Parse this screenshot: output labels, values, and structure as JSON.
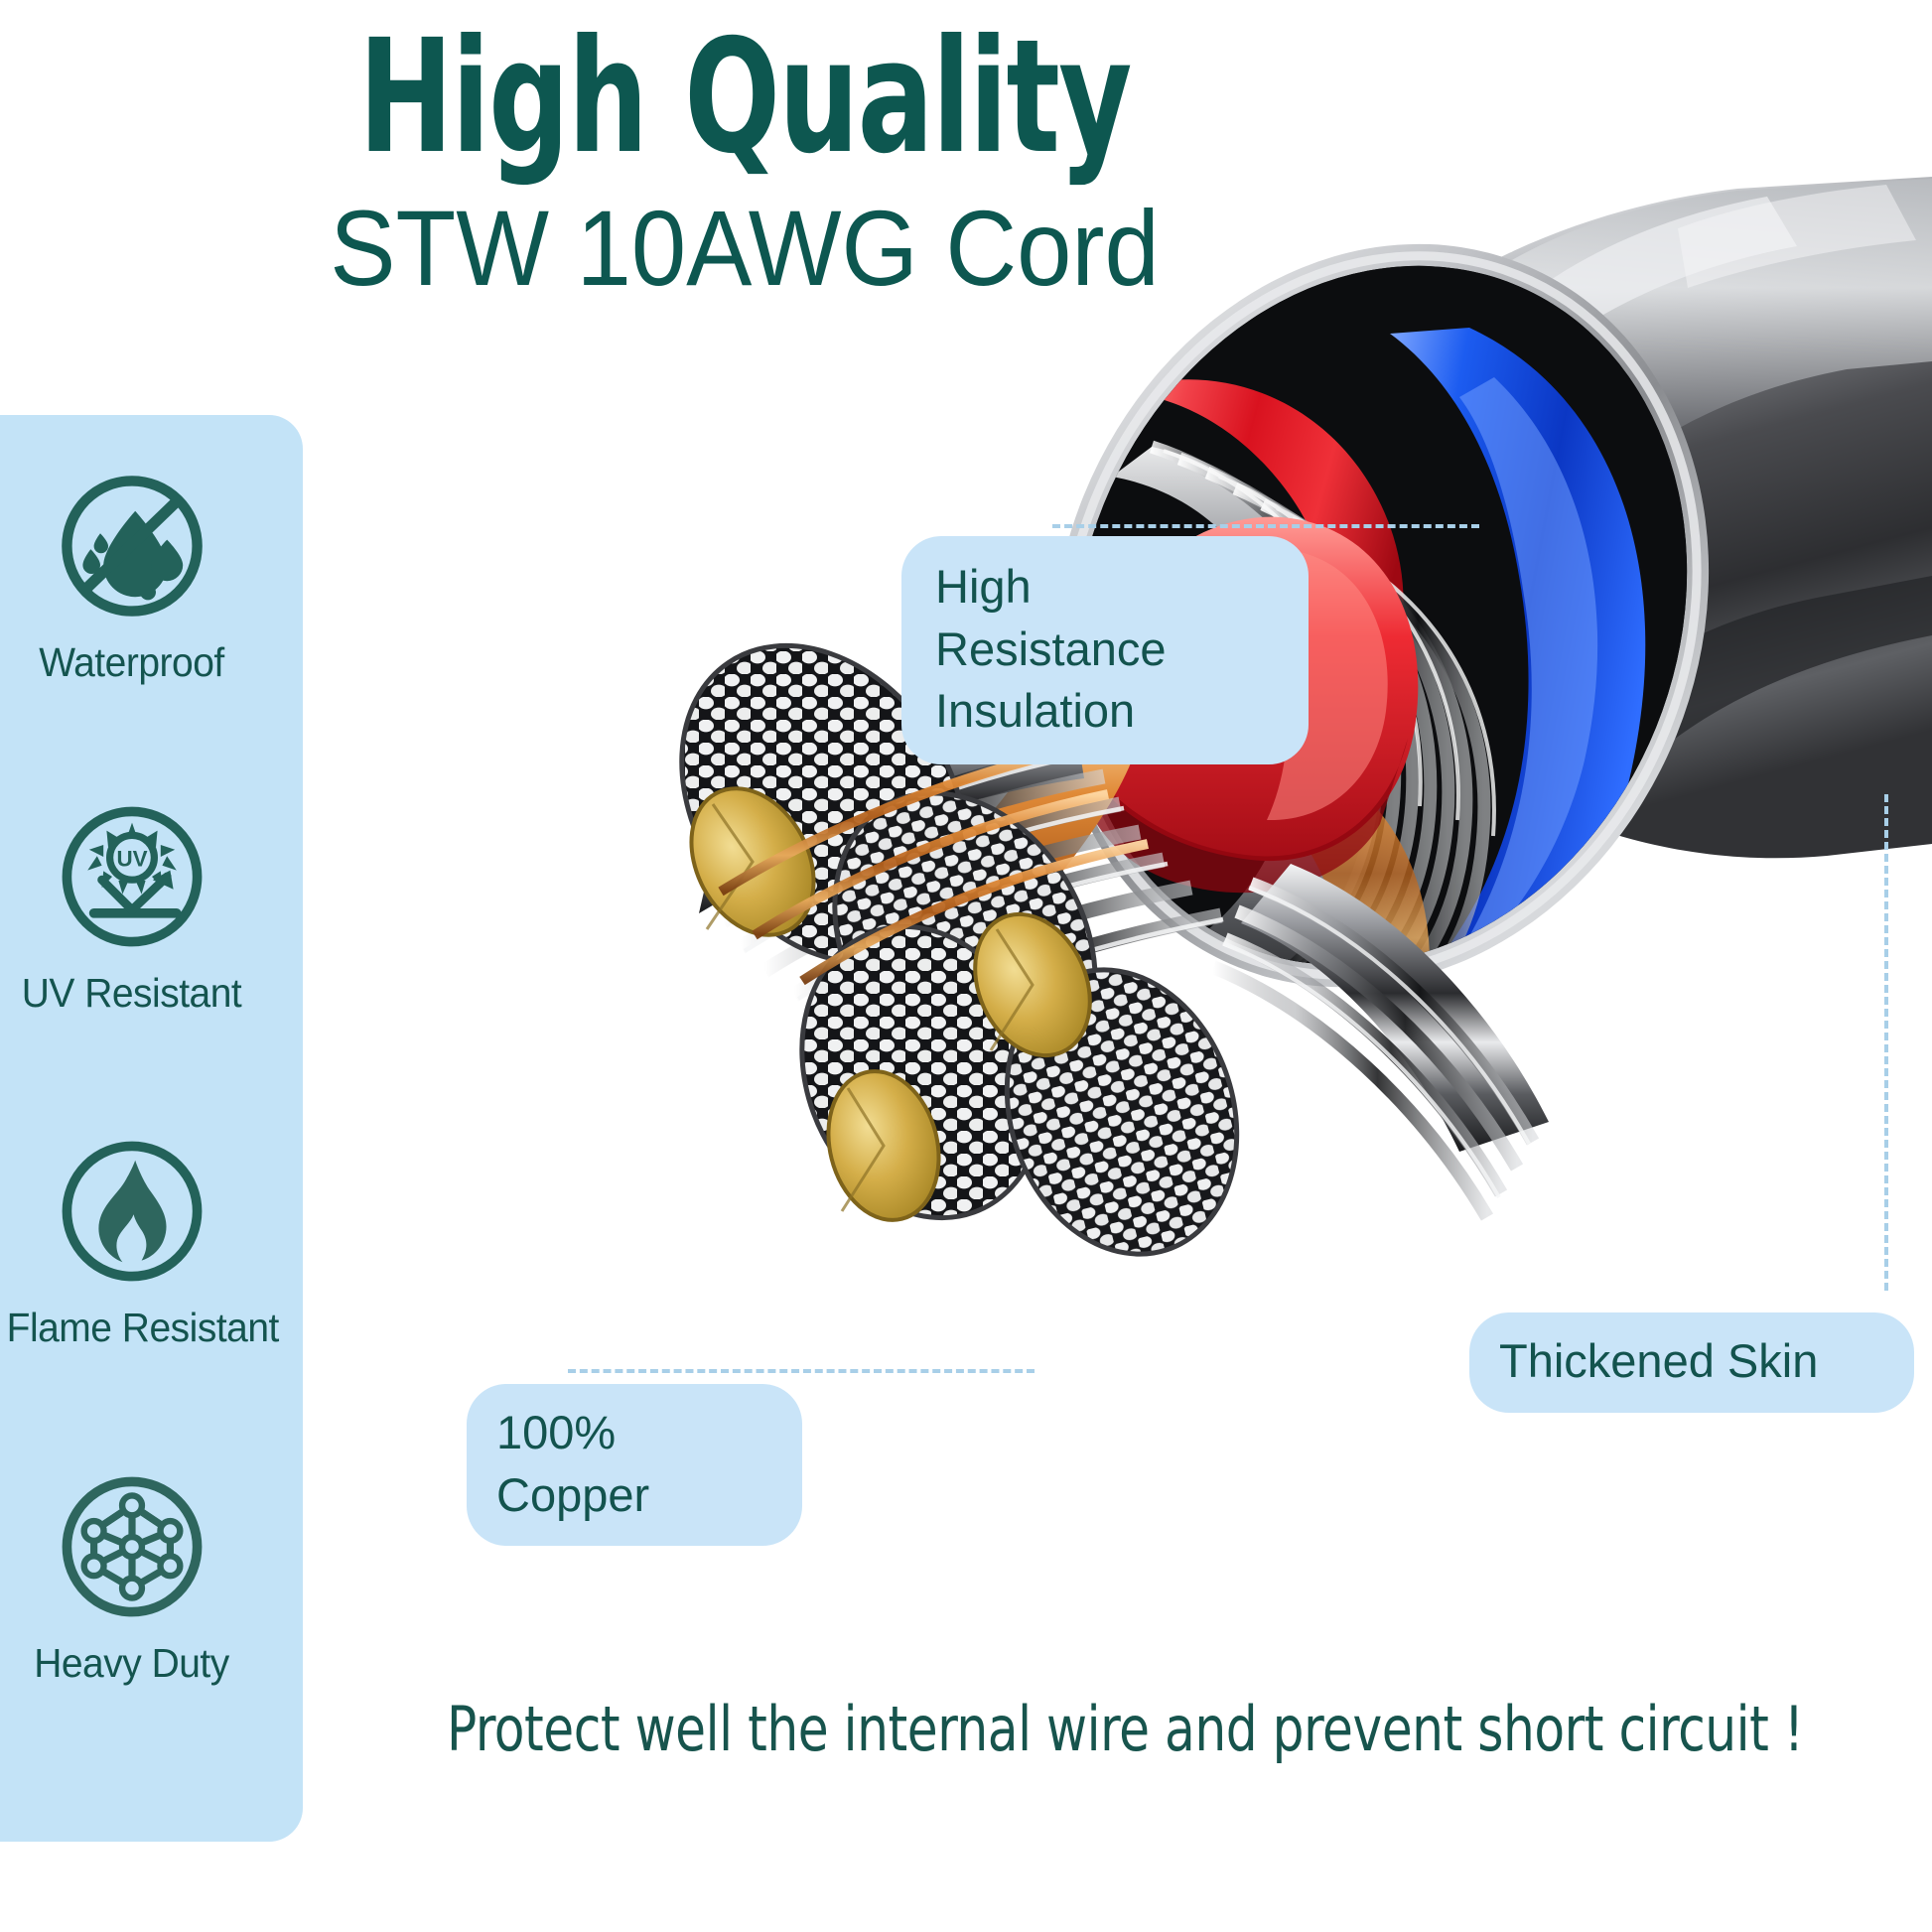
{
  "headline": {
    "title": "High Quality",
    "subtitle": "STW 10AWG Cord"
  },
  "colors": {
    "brand_green": "#0d5750",
    "panel_blue": "#c3e3f7",
    "callout_blue": "#c9e4f8",
    "leader_blue": "#a8cfe8",
    "insulation_red": "#e8202a",
    "insulation_blue": "#1150e8",
    "copper_gold": "#c9a43a",
    "jacket_gray": "#55565a",
    "background": "#ffffff"
  },
  "features": [
    {
      "icon": "waterproof-icon",
      "label": "Waterproof"
    },
    {
      "icon": "uv-resistant-icon",
      "label": "UV Resistant"
    },
    {
      "icon": "flame-resistant-icon",
      "label": "Flame Resistant"
    },
    {
      "icon": "heavy-duty-icon",
      "label": "Heavy Duty"
    }
  ],
  "callouts": [
    {
      "id": "insulation",
      "text": "High Resistance\nInsulation"
    },
    {
      "id": "copper",
      "text": "100% Copper"
    },
    {
      "id": "skin",
      "text": "Thickened Skin"
    }
  ],
  "tagline": "Protect well the internal wire and prevent short circuit !",
  "product_image": {
    "name": "cut-away-power-cord-photo",
    "alt": "Cut-away view of an STW 10AWG power cord showing the thick outer jacket, red and blue insulated conductors, and stranded bare copper conductors with gold cut ends"
  }
}
